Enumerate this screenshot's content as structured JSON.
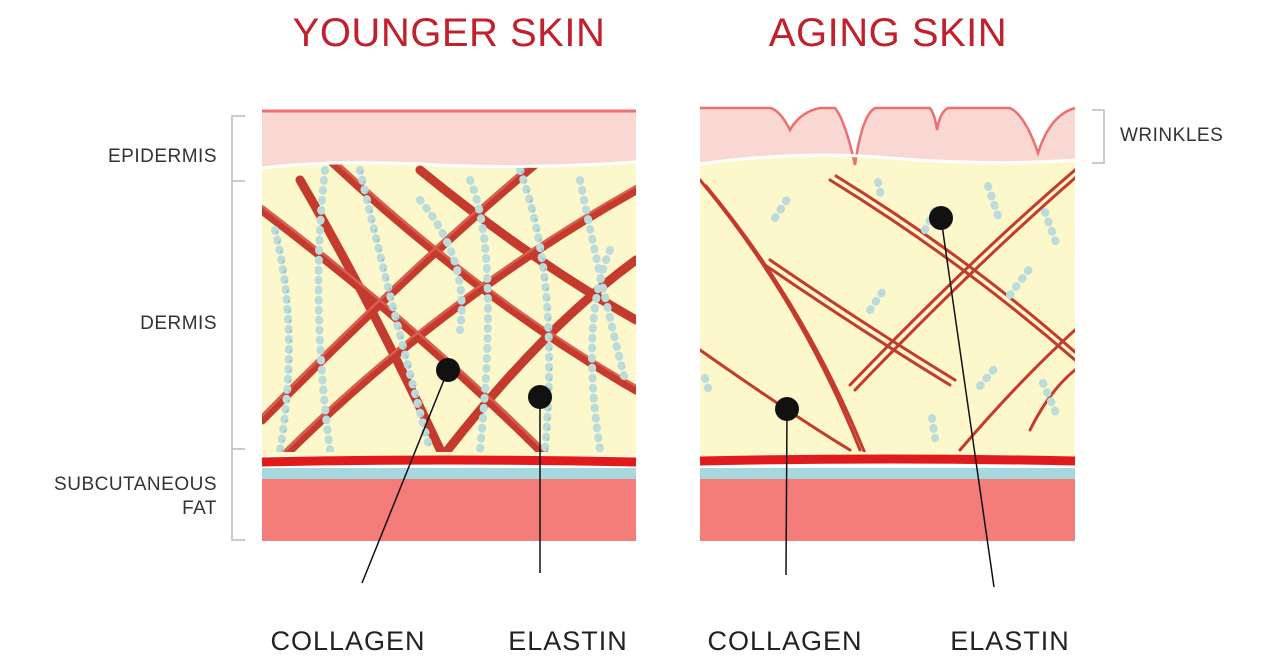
{
  "titles": {
    "younger": "YOUNGER SKIN",
    "aging": "AGING SKIN"
  },
  "layer_labels": {
    "epidermis": "EPIDERMIS",
    "dermis": "DERMIS",
    "subcutaneous_line1": "SUBCUTANEOUS",
    "subcutaneous_line2": "FAT",
    "wrinkles": "WRINKLES"
  },
  "callouts": {
    "younger_collagen": "COLLAGEN",
    "younger_elastin": "ELASTIN",
    "aging_collagen": "COLLAGEN",
    "aging_elastin": "ELASTIN"
  },
  "colors": {
    "title": "#c0212b",
    "epidermis": "#f9d7d3",
    "epidermis_edge": "#ee6f6f",
    "dermis": "#fdf7cc",
    "collagen": "#c43a2c",
    "elastin": "#bcdcdc",
    "blood_vessel": "#e11b1b",
    "fat_line": "#a8d8df",
    "fat": "#f47d7a",
    "bracket": "#bbbbbb",
    "pointer": "#111111"
  }
}
